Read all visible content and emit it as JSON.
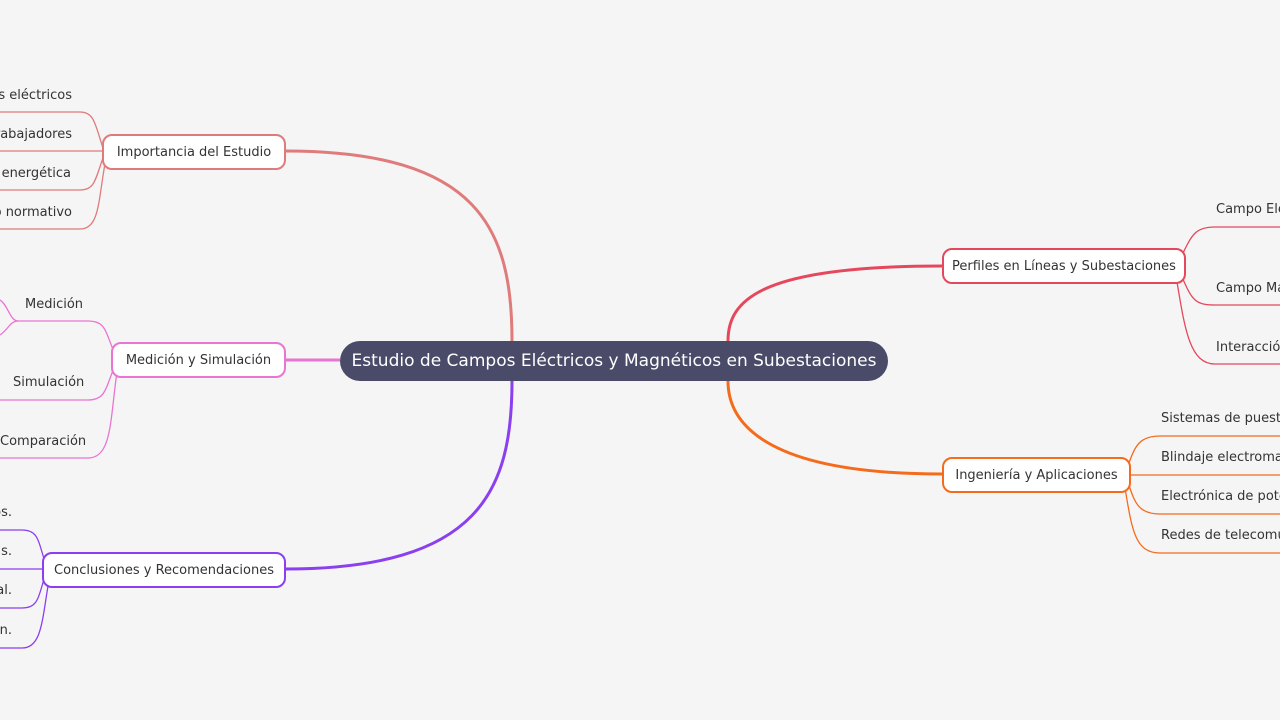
{
  "central": {
    "label": "Estudio de Campos Eléctricos y Magnéticos en Subestaciones",
    "color": "#4a4b68"
  },
  "branches": {
    "importancia": {
      "label": "Importancia del Estudio",
      "color": "#e07b7b",
      "children": [
        "os eléctricos",
        "rabajadores",
        "a energética",
        "o normativo"
      ]
    },
    "medicion": {
      "label": "Medición y Simulación",
      "color": "#ea74d2",
      "children": [
        "Medición",
        "Simulación",
        "Comparación"
      ]
    },
    "conclusiones": {
      "label": "Conclusiones y Recomendaciones",
      "color": "#8b3ff0",
      "children": [
        "os.",
        "as.",
        "al.",
        "n."
      ]
    },
    "perfiles": {
      "label": "Perfiles en Líneas y Subestaciones",
      "color": "#e5485c",
      "children": [
        "Campo Elé",
        "Campo Ma",
        "Interacción"
      ]
    },
    "ingenieria": {
      "label": "Ingeniería y Aplicaciones",
      "color": "#f56b1c",
      "children": [
        "Sistemas de puesta a",
        "Blindaje electromag",
        "Electrónica de poter",
        "Redes de telecomun"
      ]
    }
  }
}
